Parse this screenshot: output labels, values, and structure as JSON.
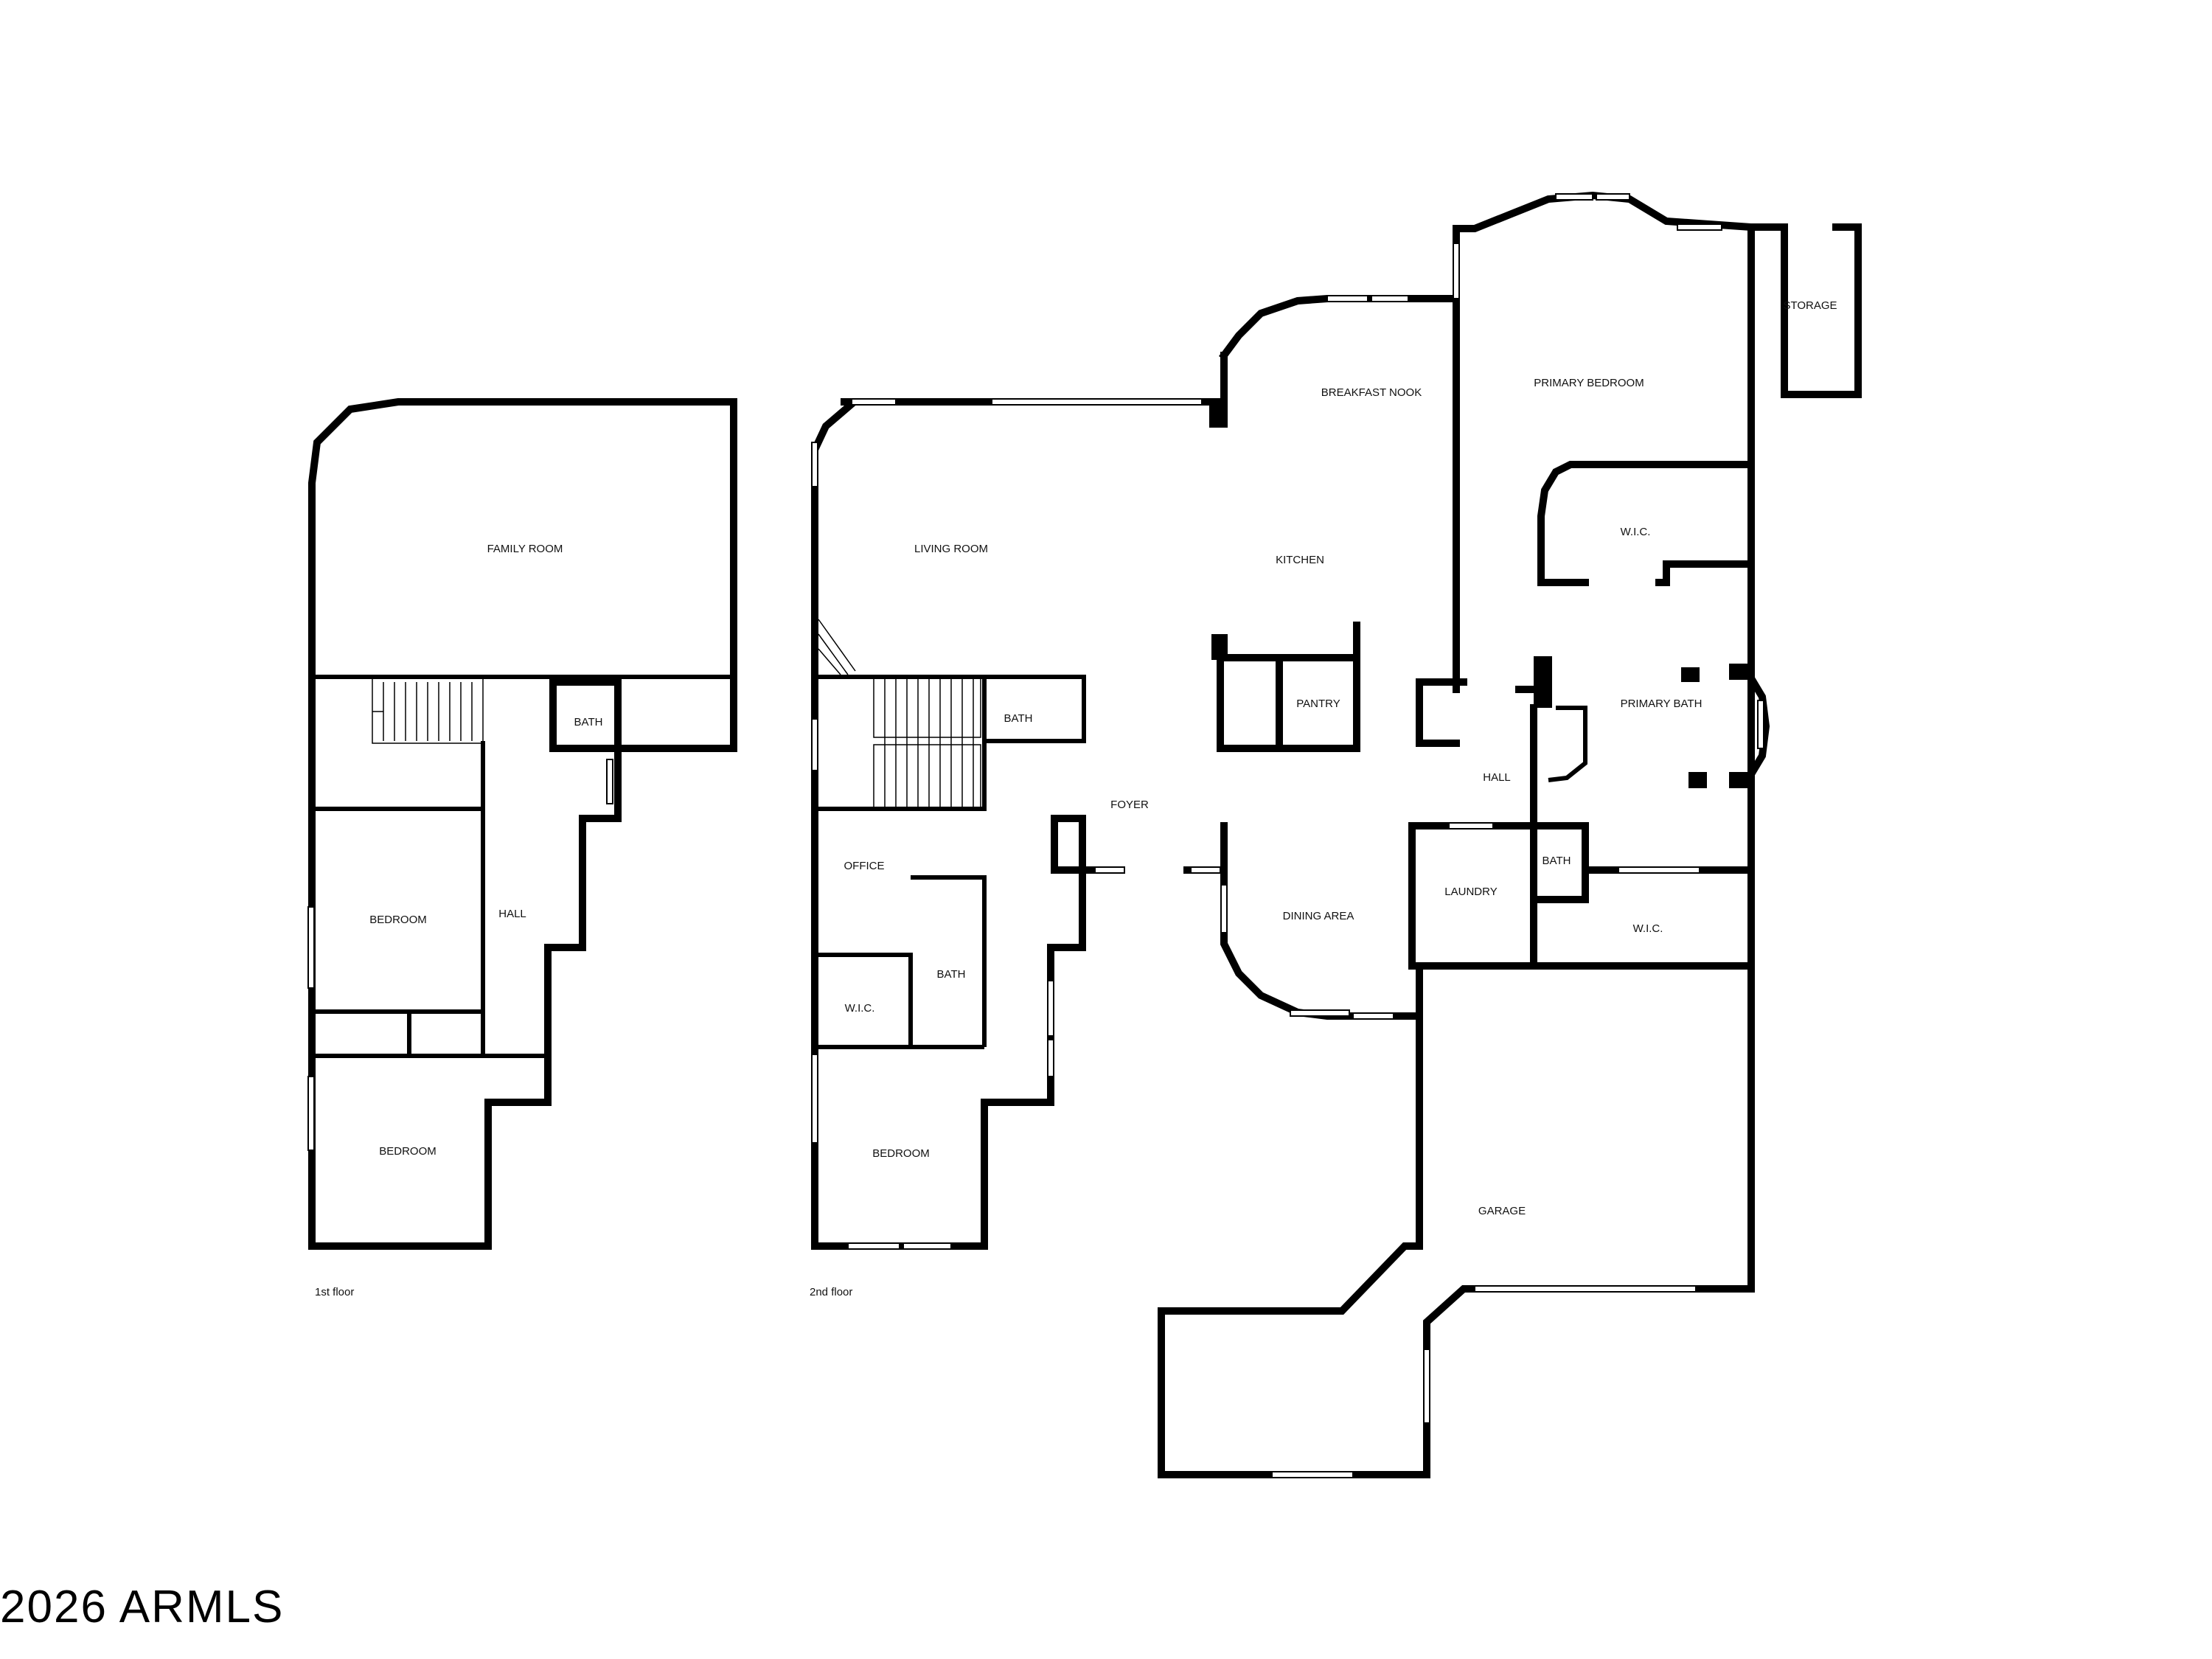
{
  "rooms_1st_floor": {
    "family_room": "FAMILY ROOM",
    "bath": "BATH",
    "bedroom_a": "BEDROOM",
    "hall": "HALL",
    "bedroom_b": "BEDROOM"
  },
  "rooms_2nd_floor": {
    "living_room": "LIVING ROOM",
    "bath_stairs": "BATH",
    "office": "OFFICE",
    "foyer": "FOYER",
    "wic": "W.I.C.",
    "bath_small": "BATH",
    "bedroom": "BEDROOM",
    "breakfast_nook": "BREAKFAST NOOK",
    "kitchen": "KITCHEN",
    "pantry": "PANTRY",
    "dining_area": "DINING AREA",
    "primary_bedroom": "PRIMARY BEDROOM",
    "storage": "STORAGE",
    "wic_primary": "W.I.C.",
    "primary_bath": "PRIMARY BATH",
    "hall": "HALL",
    "laundry": "LAUNDRY",
    "bath_primary": "BATH",
    "wic_lower": "W.I.C.",
    "garage": "GARAGE"
  },
  "floor_labels": {
    "first": "1st floor",
    "second": "2nd floor"
  },
  "watermark": "2026 ARMLS"
}
